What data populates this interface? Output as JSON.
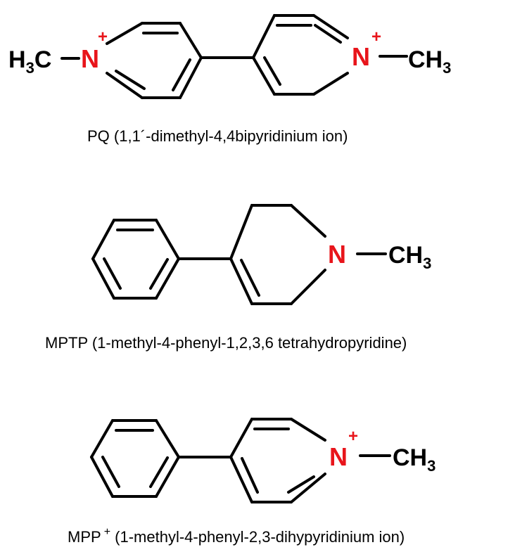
{
  "colors": {
    "bond": "#000000",
    "nitrogen": "#e8151b",
    "text": "#000000"
  },
  "molecules": [
    {
      "id": "pq",
      "left_group": {
        "main": "H",
        "sub": "3",
        "tail": "C"
      },
      "left_nitrogen": "N",
      "left_charge": "+",
      "right_nitrogen": "N",
      "right_charge": "+",
      "right_group": {
        "main": "CH",
        "sub": "3"
      },
      "caption": "PQ (1,1´-dimethyl-4,4bipyridinium ion)"
    },
    {
      "id": "mptp",
      "nitrogen": "N",
      "group": {
        "main": "CH",
        "sub": "3"
      },
      "caption": "MPTP (1-methyl-4-phenyl-1,2,3,6 tetrahydropyridine)"
    },
    {
      "id": "mpp",
      "nitrogen": "N",
      "charge": "+",
      "group": {
        "main": "CH",
        "sub": "3"
      },
      "caption_prefix": "MPP",
      "caption_superscript": "+",
      "caption_rest": " (1-methyl-4-phenyl-2,3-dihypyridinium ion)"
    }
  ]
}
